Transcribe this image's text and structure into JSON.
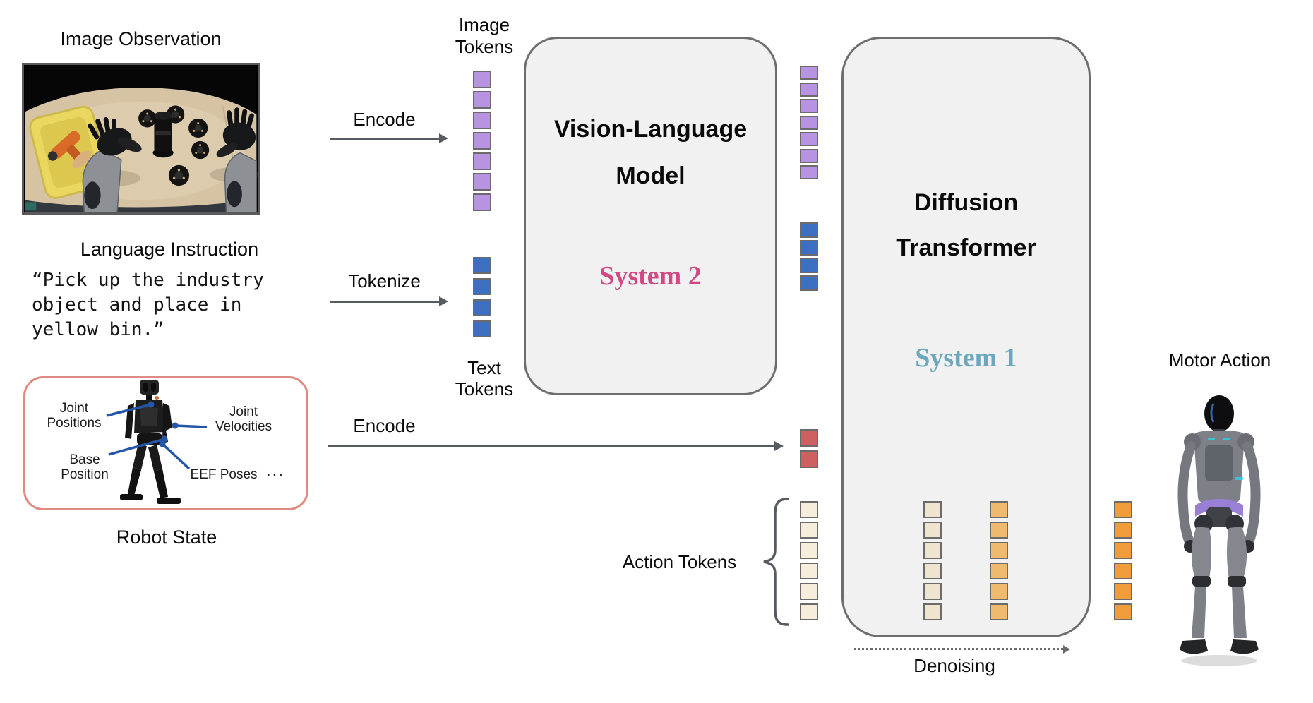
{
  "colors": {
    "purple": "#b793e2",
    "blue": "#3c6fc0",
    "red": "#cd6060",
    "cream": "#f7eddb",
    "cream_inner": "#eee4d0",
    "light_orange": "#f0ba6e",
    "orange": "#f09c3a",
    "accent_pink": "#d04a86",
    "accent_teal": "#6ba7bd",
    "box_fill": "#f1f1f1",
    "box_border": "#6e6e6e",
    "state_box_border": "#e08a82",
    "connector_blue": "#2456a8",
    "arrow_gray": "#555b61"
  },
  "inputs": {
    "image_observation_title": "Image Observation",
    "language_instruction_title": "Language Instruction",
    "instruction_line1": "“Pick up the industry",
    "instruction_line2": "object and place in",
    "instruction_line3": "yellow bin.”",
    "robot_state_title": "Robot State",
    "robot_state_labels": {
      "joint_positions_l1": "Joint",
      "joint_positions_l2": "Positions",
      "joint_velocities_l1": "Joint",
      "joint_velocities_l2": "Velocities",
      "base_position_l1": "Base",
      "base_position_l2": "Position",
      "eef_poses": "EEF Poses",
      "ellipsis": "..."
    }
  },
  "process": {
    "encode_image_label": "Encode",
    "tokenize_label": "Tokenize",
    "encode_state_label": "Encode",
    "image_tokens_l1": "Image",
    "image_tokens_l2": "Tokens",
    "text_tokens_l1": "Text",
    "text_tokens_l2": "Tokens",
    "action_tokens_label": "Action Tokens",
    "denoising_label": "Denoising"
  },
  "vlm": {
    "title_l1": "Vision-Language",
    "title_l2": "Model",
    "system": "System 2"
  },
  "dit": {
    "title_l1": "Diffusion",
    "title_l2": "Transformer",
    "system": "System 1"
  },
  "output": {
    "motor_action_title": "Motor Action"
  },
  "token_columns": {
    "image_tokens": {
      "count": 7,
      "color": "purple"
    },
    "text_tokens": {
      "count": 4,
      "color": "blue"
    },
    "vlm_image_tokens": {
      "count": 7,
      "color": "purple"
    },
    "vlm_text_tokens": {
      "count": 4,
      "color": "blue"
    },
    "state_tokens": {
      "count": 2,
      "color": "red"
    },
    "action_tokens": {
      "count": 6,
      "color": "cream"
    },
    "noisy_action_tokens": {
      "count": 6,
      "color": "cream_inner"
    },
    "denoised_action_tokens": {
      "count": 6,
      "color": "light_orange"
    },
    "motor_action_tokens": {
      "count": 6,
      "color": "orange"
    }
  }
}
